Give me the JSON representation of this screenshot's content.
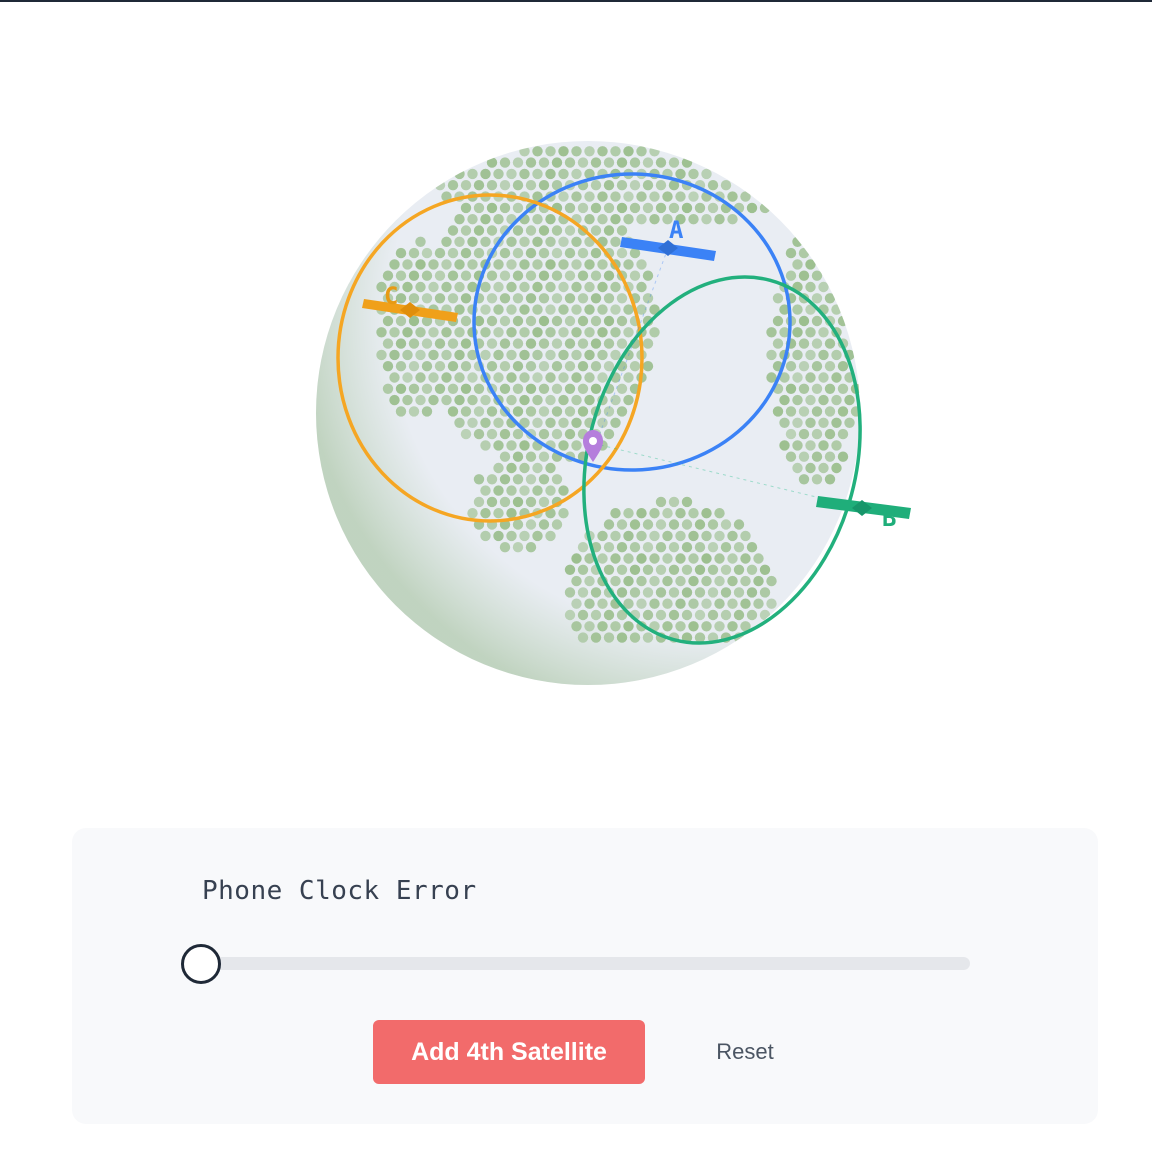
{
  "controls": {
    "slider_label": "Phone Clock Error",
    "slider_value": 0,
    "add_button_label": "Add 4th Satellite",
    "reset_button_label": "Reset"
  },
  "satellites": [
    {
      "id": "A",
      "label": "A",
      "color": "#3b82f6",
      "icon": "satellite-icon"
    },
    {
      "id": "B",
      "label": "B",
      "color": "#10b981",
      "icon": "satellite-icon"
    },
    {
      "id": "C",
      "label": "C",
      "color": "#f59e0b",
      "icon": "satellite-icon"
    }
  ],
  "receiver": {
    "icon": "location-pin-icon",
    "color": "#b57edc"
  },
  "colors": {
    "globe_fill": "#e9edf3",
    "land_dot": "#9cbf8f",
    "accent_button": "#f26b6b"
  }
}
